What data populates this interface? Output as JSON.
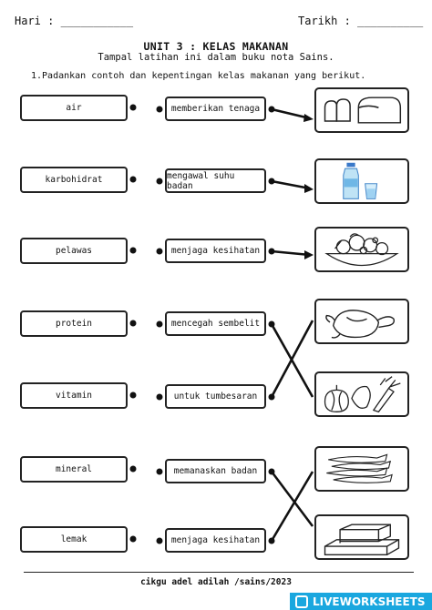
{
  "header": {
    "day_label": "Hari : ___________",
    "date_label": "Tarikh : __________"
  },
  "title": "UNIT 3 : KELAS MAKANAN",
  "subtitle": "Tampal latihan ini dalam buku nota Sains.",
  "instruction": "1.Padankan contoh dan kepentingan kelas makanan yang berikut.",
  "left_items": [
    "air",
    "karbohidrat",
    "pelawas",
    "protein",
    "vitamin",
    "mineral",
    "lemak"
  ],
  "middle_items": [
    "memberikan tenaga",
    "mengawal suhu badan",
    "menjaga kesihatan",
    "mencegah sembelit",
    "untuk tumbesaran",
    "memanaskan badan",
    "menjaga kesihatan"
  ],
  "images": [
    "bread-icon",
    "water-bottle-icon",
    "fruit-bowl-icon",
    "chicken-icon",
    "vegetables-icon",
    "fish-icon",
    "butter-icon"
  ],
  "footer": "cikgu adel adilah /sains/2023",
  "brand": {
    "name": "LIVEWORKSHEETS",
    "color": "#1aa7df"
  }
}
